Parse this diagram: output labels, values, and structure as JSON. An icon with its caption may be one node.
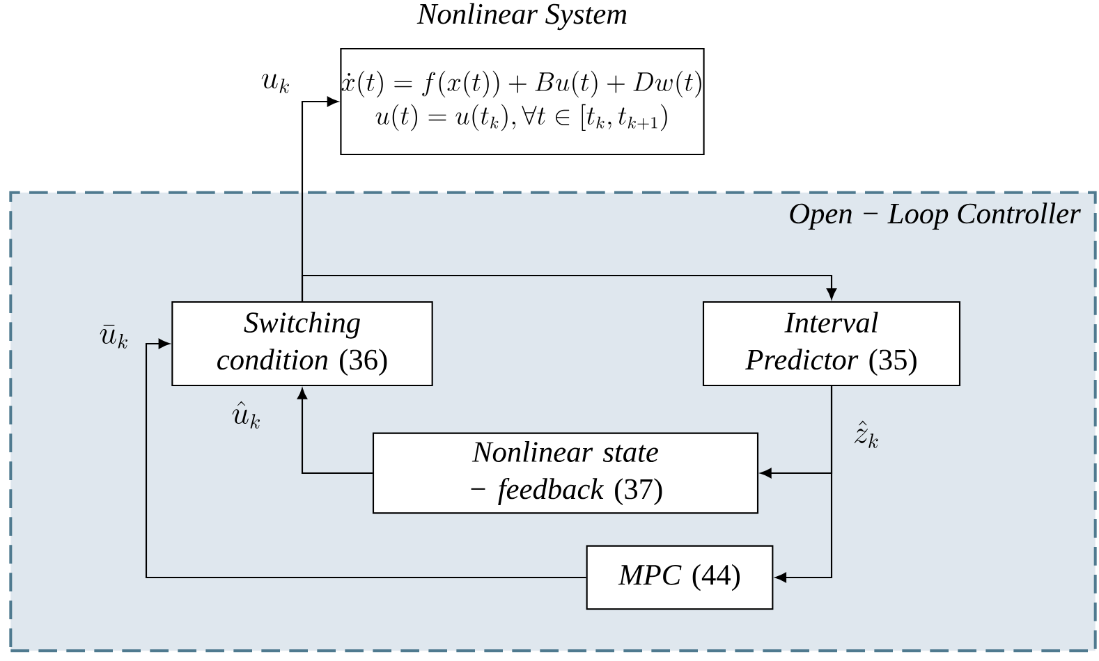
{
  "diagram": {
    "nodes": [
      {
        "text": [
          "*Nonlinear System*",
          "\\dot{x}(t) = f\\big(x(t)\\big) + Bu(t) + Dw(t)",
          "u(t) = u(t_k), \\forall t \\in [t_k, t_{k+1})"
        ]
      },
      {
        "text": [
          "*Open − Loop Controller*"
        ]
      },
      {
        "text": [
          "*Switching condition* (36)"
        ],
        "in": 1
      },
      {
        "text": [
          "*Interval Predictor* (35)"
        ],
        "in": 1
      },
      {
        "text": [
          "*Nonlinear state − feedback* (37)"
        ],
        "in": 1
      },
      {
        "text": [
          "*MPC* (44)"
        ],
        "in": 1
      }
    ],
    "edges": [
      {
        "from": 2,
        "to": 0,
        "arrow": "to",
        "label": "u_k"
      },
      {
        "from": 2,
        "to": 3,
        "arrow": "to"
      },
      {
        "from": 3,
        "to": 4,
        "arrow": "to",
        "label": "\\hat{z}_k"
      },
      {
        "from": 3,
        "to": 5,
        "arrow": "to"
      },
      {
        "from": 4,
        "to": 2,
        "arrow": "to",
        "label": "\\hat{u}_k"
      },
      {
        "from": 5,
        "to": 2,
        "arrow": "to",
        "label": "\\bar{u}_k"
      }
    ]
  }
}
